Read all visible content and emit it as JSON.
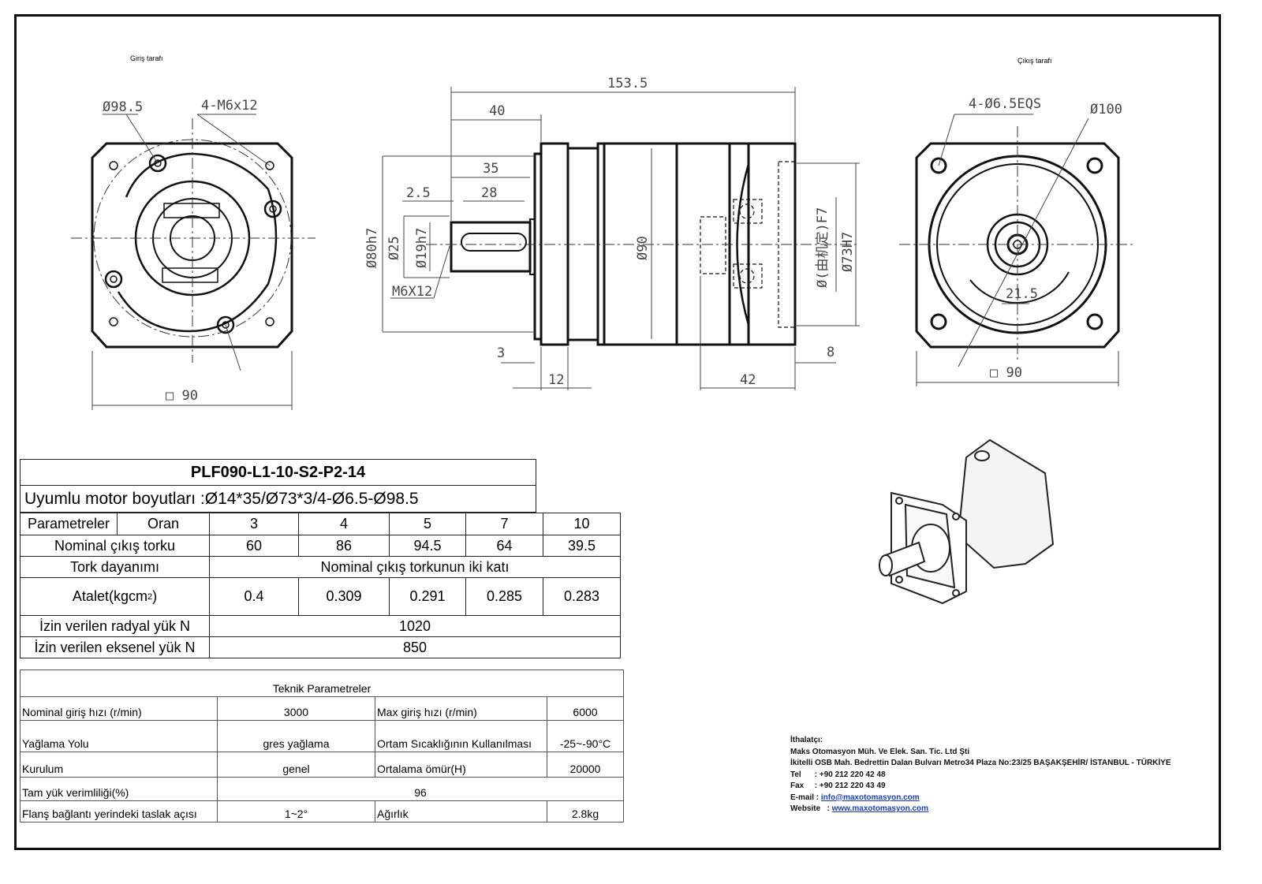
{
  "views": {
    "input_side_label": "Giriş tarafı",
    "output_side_label": "Çıkış tarafı"
  },
  "dims": {
    "left": {
      "d98": "Ø98.5",
      "m6": "4-M6x12",
      "sq90": "□ 90"
    },
    "side": {
      "l153": "153.5",
      "l40": "40",
      "l35": "35",
      "l28": "28",
      "l25": "2.5",
      "d80": "Ø80h7",
      "d25": "Ø25",
      "d19": "Ø19h7",
      "m6": "M6X12",
      "d90": "Ø90",
      "d73": "Ø73H7",
      "dF7": "Ø(由机定)F7",
      "l3": "3",
      "l12": "12",
      "l42": "42",
      "l8": "8"
    },
    "right": {
      "d65": "4-Ø6.5EQS",
      "d100": "Ø100",
      "k215": "21.5",
      "sq90": "□ 90"
    }
  },
  "spec": {
    "model": "PLF090-L1-10-S2-P2-14",
    "motor": "Uyumlu motor boyutları :Ø14*35/Ø73*3/4-Ø6.5-Ø98.5",
    "h_param": "Parametreler",
    "h_ratio": "Oran",
    "ratios": [
      "3",
      "4",
      "5",
      "7",
      "10"
    ],
    "torque_label": "Nominal çıkış torku",
    "torque": [
      "60",
      "86",
      "94.5",
      "64",
      "39.5"
    ],
    "tork_label": "Tork dayanımı",
    "tork_value": "Nominal çıkış torkunun iki katı",
    "inertia_label": "Atalet(kgcm",
    "inertia_sup": "2",
    "inertia_close": " )",
    "inertia": [
      "0.4",
      "0.309",
      "0.291",
      "0.285",
      "0.283"
    ],
    "radial_label": "İzin verilen radyal yük N",
    "radial": "1020",
    "axial_label": "İzin verilen eksenel yük N",
    "axial": "850"
  },
  "tech": {
    "title": "Teknik Parametreler",
    "rows": [
      [
        "Nominal giriş hızı  (r/min)",
        "3000",
        "Max giriş hızı (r/min)",
        "6000"
      ],
      [
        "Yağlama Yolu",
        "gres yağlama",
        "Ortam Sıcaklığının Kullanılması",
        "-25~-90°C"
      ],
      [
        "Kurulum",
        "genel",
        "Ortalama ömür(H)",
        "20000"
      ],
      [
        "Tam yük verimliliği(%)",
        "96"
      ],
      [
        "Flanş bağlantı yerindeki taslak açısı",
        "1~2°",
        "Ağırlık",
        "2.8kg"
      ]
    ]
  },
  "contact": {
    "heading": "İthalatçı:",
    "company": "Maks Otomasyon Müh. Ve Elek. San. Tic. Ltd Şti",
    "address": "İkitelli OSB Mah. Bedrettin Dalan Bulvarı Metro34 Plaza No:23/25 BAŞAKŞEHİR/ İSTANBUL - TÜRKİYE",
    "tel_label": "Tel",
    "tel": ": +90 212 220 42 48",
    "fax_label": "Fax",
    "fax": ": +90 212 220 43 49",
    "email_label": "E-mail",
    "email": "info@maxotomasyon.com",
    "web_label": "Website",
    "web": "www.maxotomasyon.com"
  }
}
